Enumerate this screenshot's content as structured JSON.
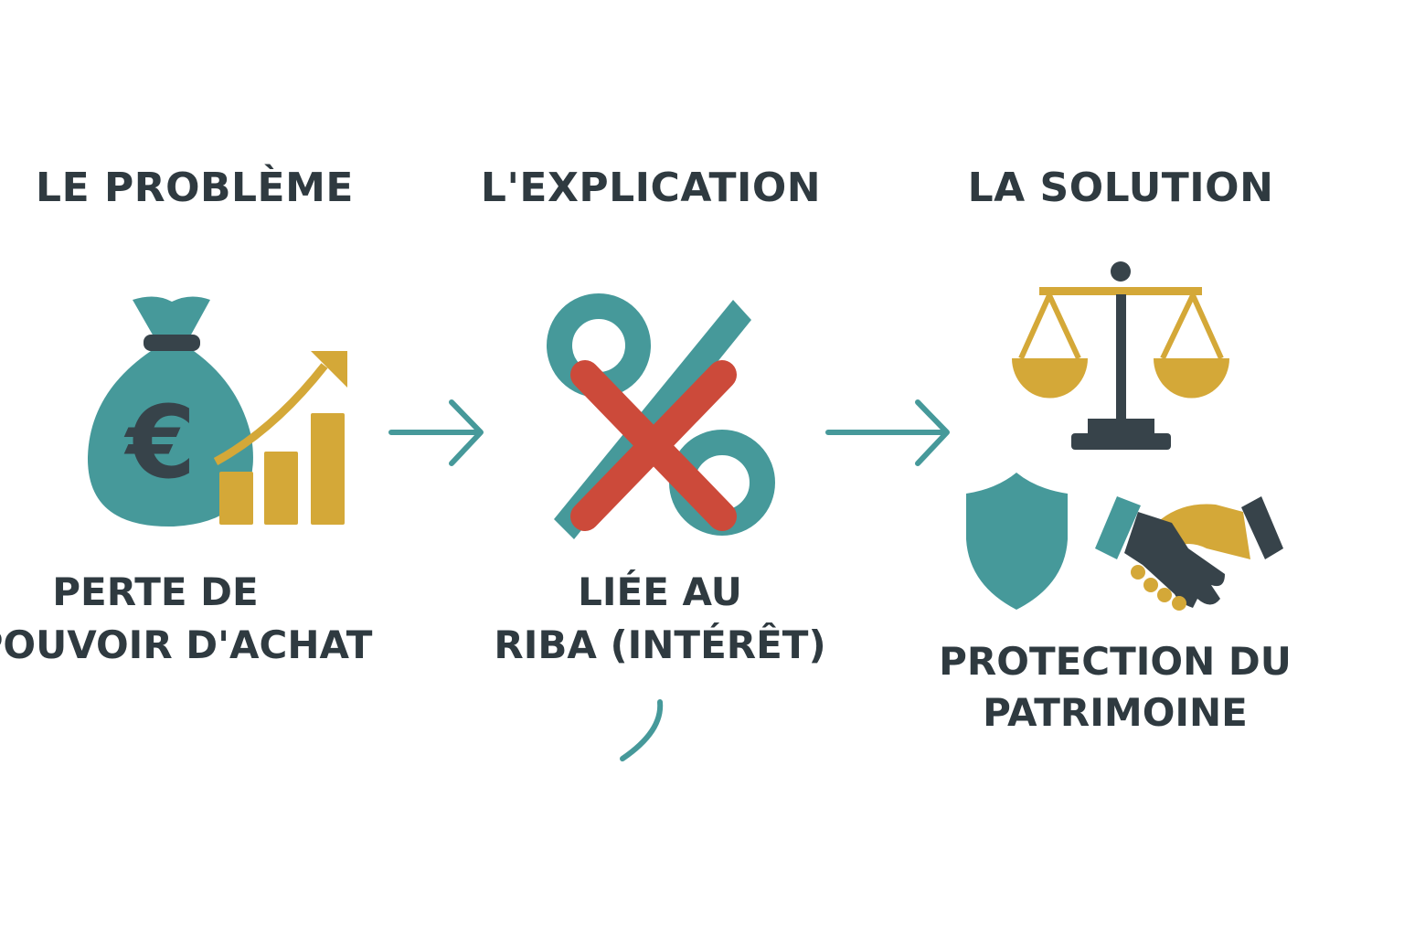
{
  "colors": {
    "teal": "#46999a",
    "gold": "#d4a838",
    "dark": "#37434a",
    "red": "#cc4a3a",
    "text": "#2f3a40"
  },
  "steps": [
    {
      "title": "LE PROBLÈME",
      "label_lines": [
        "PERTE DE",
        "POUVOIR D'ACHAT"
      ],
      "icon": "money-bag-growth-icon"
    },
    {
      "title": "L'EXPLICATION",
      "label_lines": [
        "LIÉE AU",
        "RIBA (INTÉRÊT)"
      ],
      "icon": "crossed-percent-icon"
    },
    {
      "title": "LA SOLUTION",
      "label_lines": [
        "PROTECTION DU",
        "PATRIMOINE"
      ],
      "icon": "scales-shield-handshake-icon"
    }
  ]
}
